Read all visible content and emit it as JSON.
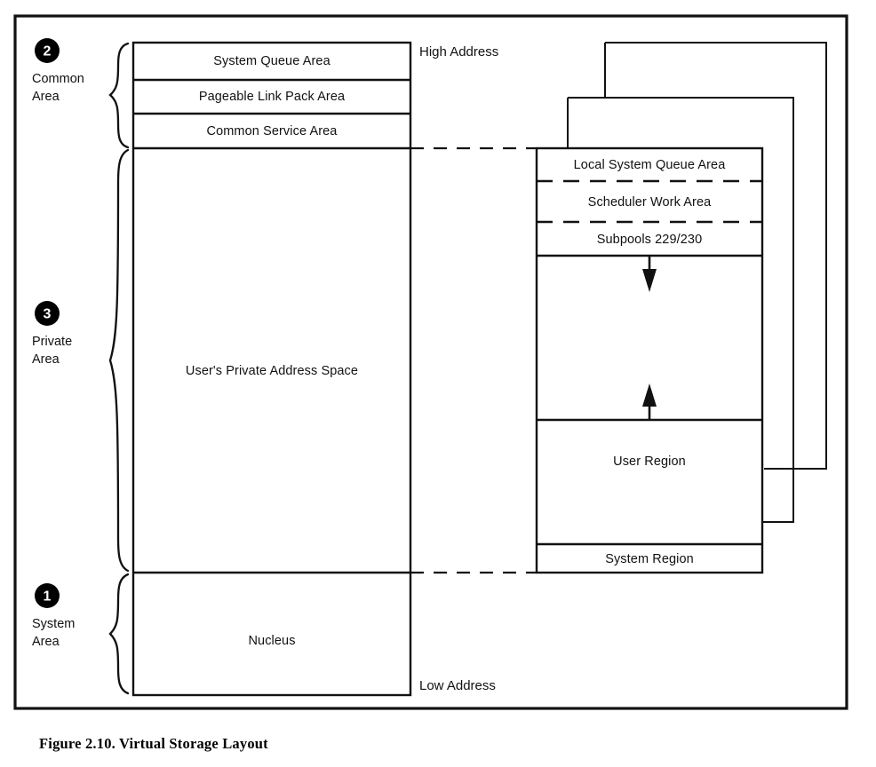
{
  "caption": "Figure 2.10. Virtual Storage Layout",
  "edge_labels": {
    "high": "High Address",
    "low": "Low Address"
  },
  "brackets": [
    {
      "badge": "2",
      "line1": "Common",
      "line2": "Area"
    },
    {
      "badge": "3",
      "line1": "Private",
      "line2": "Area"
    },
    {
      "badge": "1",
      "line1": "System",
      "line2": "Area"
    }
  ],
  "main_column": {
    "bands": [
      {
        "label": "System Queue Area"
      },
      {
        "label": "Pageable Link Pack Area"
      },
      {
        "label": "Common Service Area"
      },
      {
        "label": "User's Private Address Space"
      },
      {
        "label": "Nucleus"
      }
    ]
  },
  "address_space": {
    "rows": [
      {
        "label": "Local System Queue Area"
      },
      {
        "label": "Scheduler Work Area"
      },
      {
        "label": "Subpools 229/230"
      },
      {
        "label": "User Region"
      },
      {
        "label": "System Region"
      }
    ]
  },
  "icons": {
    "down_arrow": "down-arrow-icon",
    "up_arrow": "up-arrow-icon"
  },
  "colors": {
    "ink": "#111111",
    "badge_fill": "#000000",
    "badge_text": "#ffffff",
    "page": "#ffffff"
  }
}
